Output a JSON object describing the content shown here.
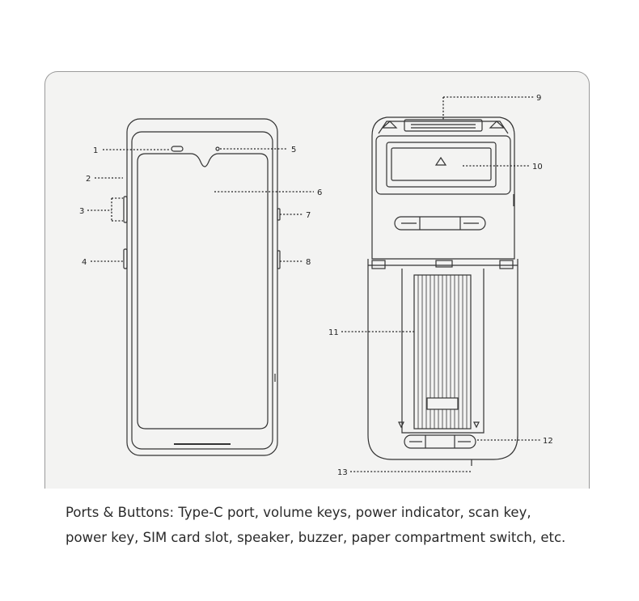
{
  "callouts": {
    "n1": "1",
    "n2": "2",
    "n3": "3",
    "n4": "4",
    "n5": "5",
    "n6": "6",
    "n7": "7",
    "n8": "8",
    "n9": "9",
    "n10": "10",
    "n11": "11",
    "n12": "12",
    "n13": "13"
  },
  "caption": {
    "line1": "Ports & Buttons: Type-C port, volume keys, power indicator, scan key,",
    "line2": "power key, SIM card slot, speaker, buzzer, paper compartment switch, etc."
  }
}
